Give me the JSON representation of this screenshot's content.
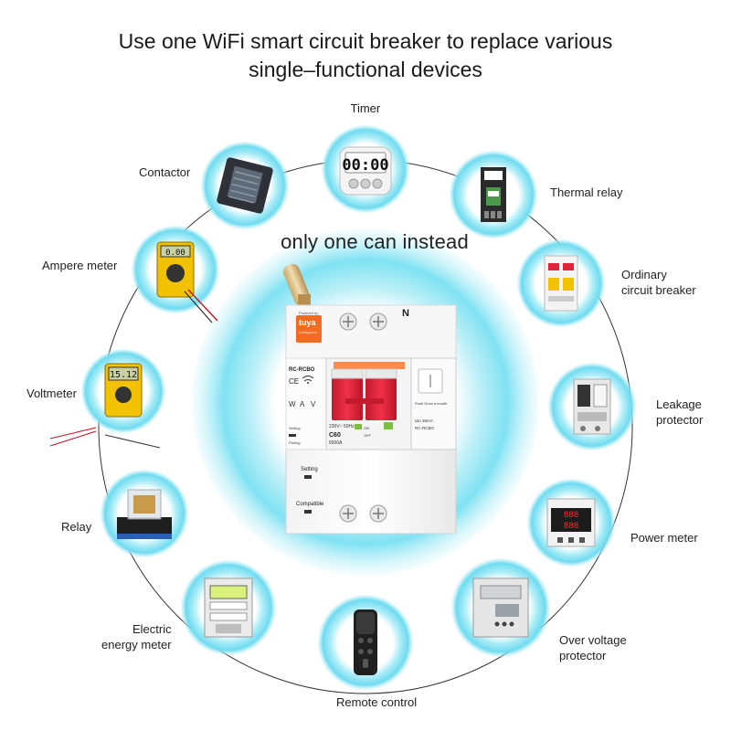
{
  "title_line1": "Use one WiFi smart circuit breaker to replace various",
  "title_line2": "single–functional devices",
  "center_caption": "only one can instead",
  "breaker": {
    "brand_small": "Powered by",
    "brand": "tuya",
    "brand_sub": "Intelligence",
    "model": "RC-RCBO",
    "marking_ce": "CE",
    "neutral": "N",
    "rating": "C60",
    "setting_label": "Setting",
    "compatible_label": "Compatible",
    "pairing_label": "Pairing",
    "setting_small": "Setting",
    "push_note": "Push Once a month",
    "spec_line1": "230V~ 50Hz",
    "spec_line2": "6000A",
    "spec_line3": "IΔn 30mA",
    "spec_line4": "RC-RCBO",
    "on_label": "ON",
    "off_label": "OFF"
  },
  "devices": [
    {
      "id": "timer",
      "label": [
        "Timer"
      ],
      "icon": "timer-icon"
    },
    {
      "id": "thermal-relay",
      "label": [
        "Thermal relay"
      ],
      "icon": "thermal-relay-icon"
    },
    {
      "id": "ordinary-breaker",
      "label": [
        "Ordinary",
        "circuit breaker"
      ],
      "icon": "breaker-icon"
    },
    {
      "id": "leakage-protector",
      "label": [
        "Leakage",
        "protector"
      ],
      "icon": "leakage-protector-icon"
    },
    {
      "id": "power-meter",
      "label": [
        "Power meter"
      ],
      "icon": "power-meter-icon"
    },
    {
      "id": "over-voltage",
      "label": [
        "Over voltage",
        "protector"
      ],
      "icon": "over-voltage-icon"
    },
    {
      "id": "remote-control",
      "label": [
        "Remote control"
      ],
      "icon": "remote-control-icon"
    },
    {
      "id": "energy-meter",
      "label": [
        "Electric",
        "energy meter"
      ],
      "icon": "energy-meter-icon"
    },
    {
      "id": "relay",
      "label": [
        "Relay"
      ],
      "icon": "relay-icon"
    },
    {
      "id": "voltmeter",
      "label": [
        "Voltmeter"
      ],
      "icon": "voltmeter-icon"
    },
    {
      "id": "ampere-meter",
      "label": [
        "Ampere meter"
      ],
      "icon": "ampere-meter-icon"
    },
    {
      "id": "contactor",
      "label": [
        "Contactor"
      ],
      "icon": "contactor-icon"
    }
  ],
  "display_text": {
    "timer": "00:00",
    "ampere": "0.00",
    "voltmeter": "15.12",
    "power_meter": "888"
  },
  "colors": {
    "ring_light": "#c9f1f8",
    "ring_mid": "#8ee6f3",
    "ring_dark": "#4fd6ee",
    "breaker_red": "#e0223b",
    "tuya_orange": "#f26b21"
  }
}
